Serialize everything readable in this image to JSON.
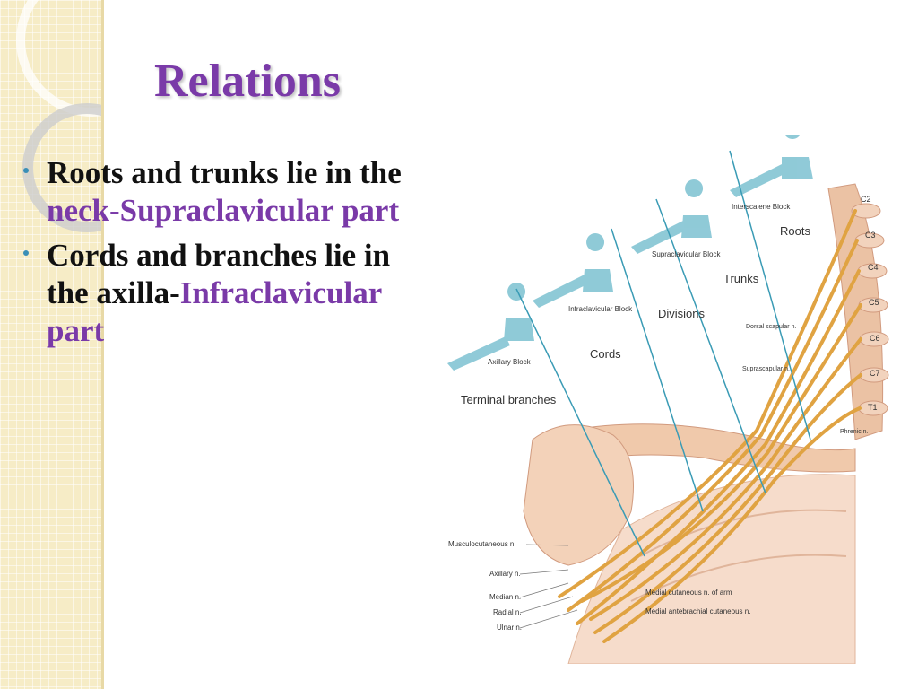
{
  "slide": {
    "title": "Relations",
    "bullets": [
      {
        "text": "Roots and trunks lie in the ",
        "highlight": "neck-Supraclavicular part"
      },
      {
        "text": "Cords and branches lie in the axilla-",
        "highlight": "Infraclavicular part"
      }
    ],
    "colors": {
      "title": "#7a3aa8",
      "highlight": "#7a3aa8",
      "bullet": "#3a8fb7",
      "band": "#f6ecc6"
    }
  },
  "figure": {
    "blocks": [
      "Interscalene Block",
      "Supraclavicular Block",
      "Infraclavicular Block",
      "Axillary Block"
    ],
    "segments": [
      "Roots",
      "Trunks",
      "Divisions",
      "Cords",
      "Terminal branches"
    ],
    "vertebrae": [
      "C2",
      "C3",
      "C4",
      "C5",
      "C6",
      "C7",
      "T1"
    ],
    "nerves_upper": [
      "Dorsal scapular n.",
      "Suprascapular n.",
      "Phrenic n."
    ],
    "nerves_left": [
      "Musculocutaneous n.",
      "Axillary n.",
      "Median n.",
      "Radial n.",
      "Ulnar n."
    ],
    "nerves_bottom": [
      "Medial cutaneous n. of arm",
      "Medial antebrachial cutaneous n."
    ]
  }
}
